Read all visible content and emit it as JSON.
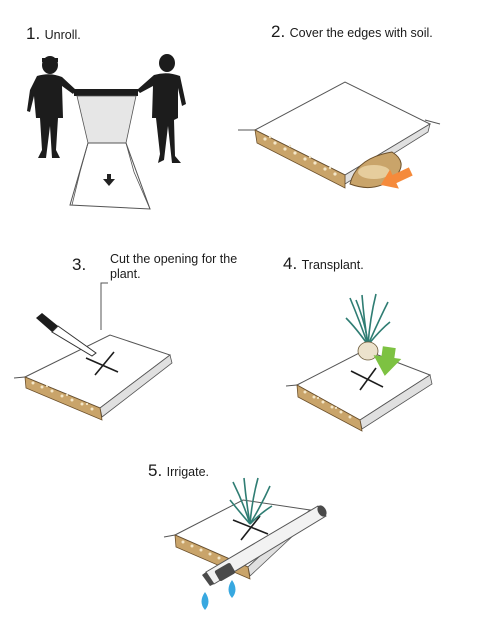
{
  "steps": [
    {
      "number": "1.",
      "caption": "Unroll."
    },
    {
      "number": "2.",
      "caption": "Cover the edges with soil."
    },
    {
      "number": "3.",
      "caption_line1": "Cut the opening for the",
      "caption_line2": "plant."
    },
    {
      "number": "4.",
      "caption": "Transplant."
    },
    {
      "number": "5.",
      "caption": "Irrigate."
    }
  ],
  "colors": {
    "silhouette": "#1c1c1c",
    "fabric": "#ffffff",
    "fabric_shadow": "#d9d9d9",
    "soil_edge": "#c9a46a",
    "soil_dot": "#f3e6c8",
    "arrow_orange": "#f58a3b",
    "arrow_green": "#7dc242",
    "plant": "#2f7d73",
    "water": "#38a8e0",
    "pipe": "#4a4a4a"
  }
}
